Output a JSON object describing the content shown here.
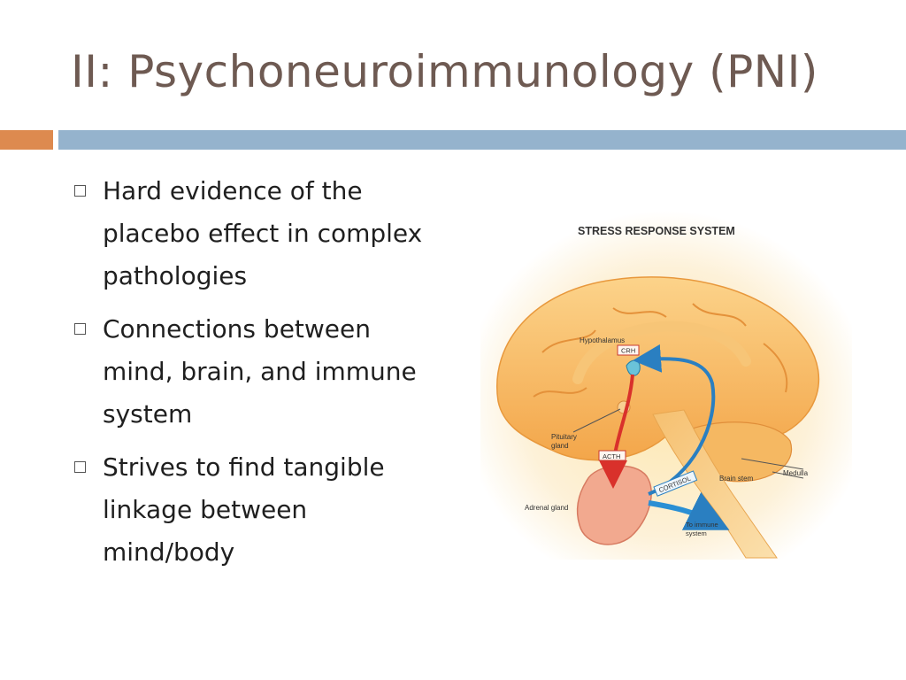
{
  "slide": {
    "title": "II: Psychoneuroimmunology (PNI)",
    "accent_colors": {
      "title_text": "#6e5a52",
      "bar_orange": "#dd8a4f",
      "bar_blue": "#95b3cd"
    }
  },
  "bullets": [
    "Hard evidence of the placebo effect in complex pathologies",
    "Connections between mind, brain, and immune system",
    "Strives to find tangible linkage between mind/body"
  ],
  "figure": {
    "title": "STRESS RESPONSE SYSTEM",
    "labels": {
      "hypothalamus": "Hypothalamus",
      "crh": "CRH",
      "pituitary_1": "Pituitary",
      "pituitary_2": "gland",
      "acth": "ACTH",
      "cortisol": "CORTISOL",
      "brain_stem": "Brain stem",
      "medulla": "Medulla",
      "adrenal": "Adrenal gland",
      "immune_1": "To immune",
      "immune_2": "system"
    }
  }
}
